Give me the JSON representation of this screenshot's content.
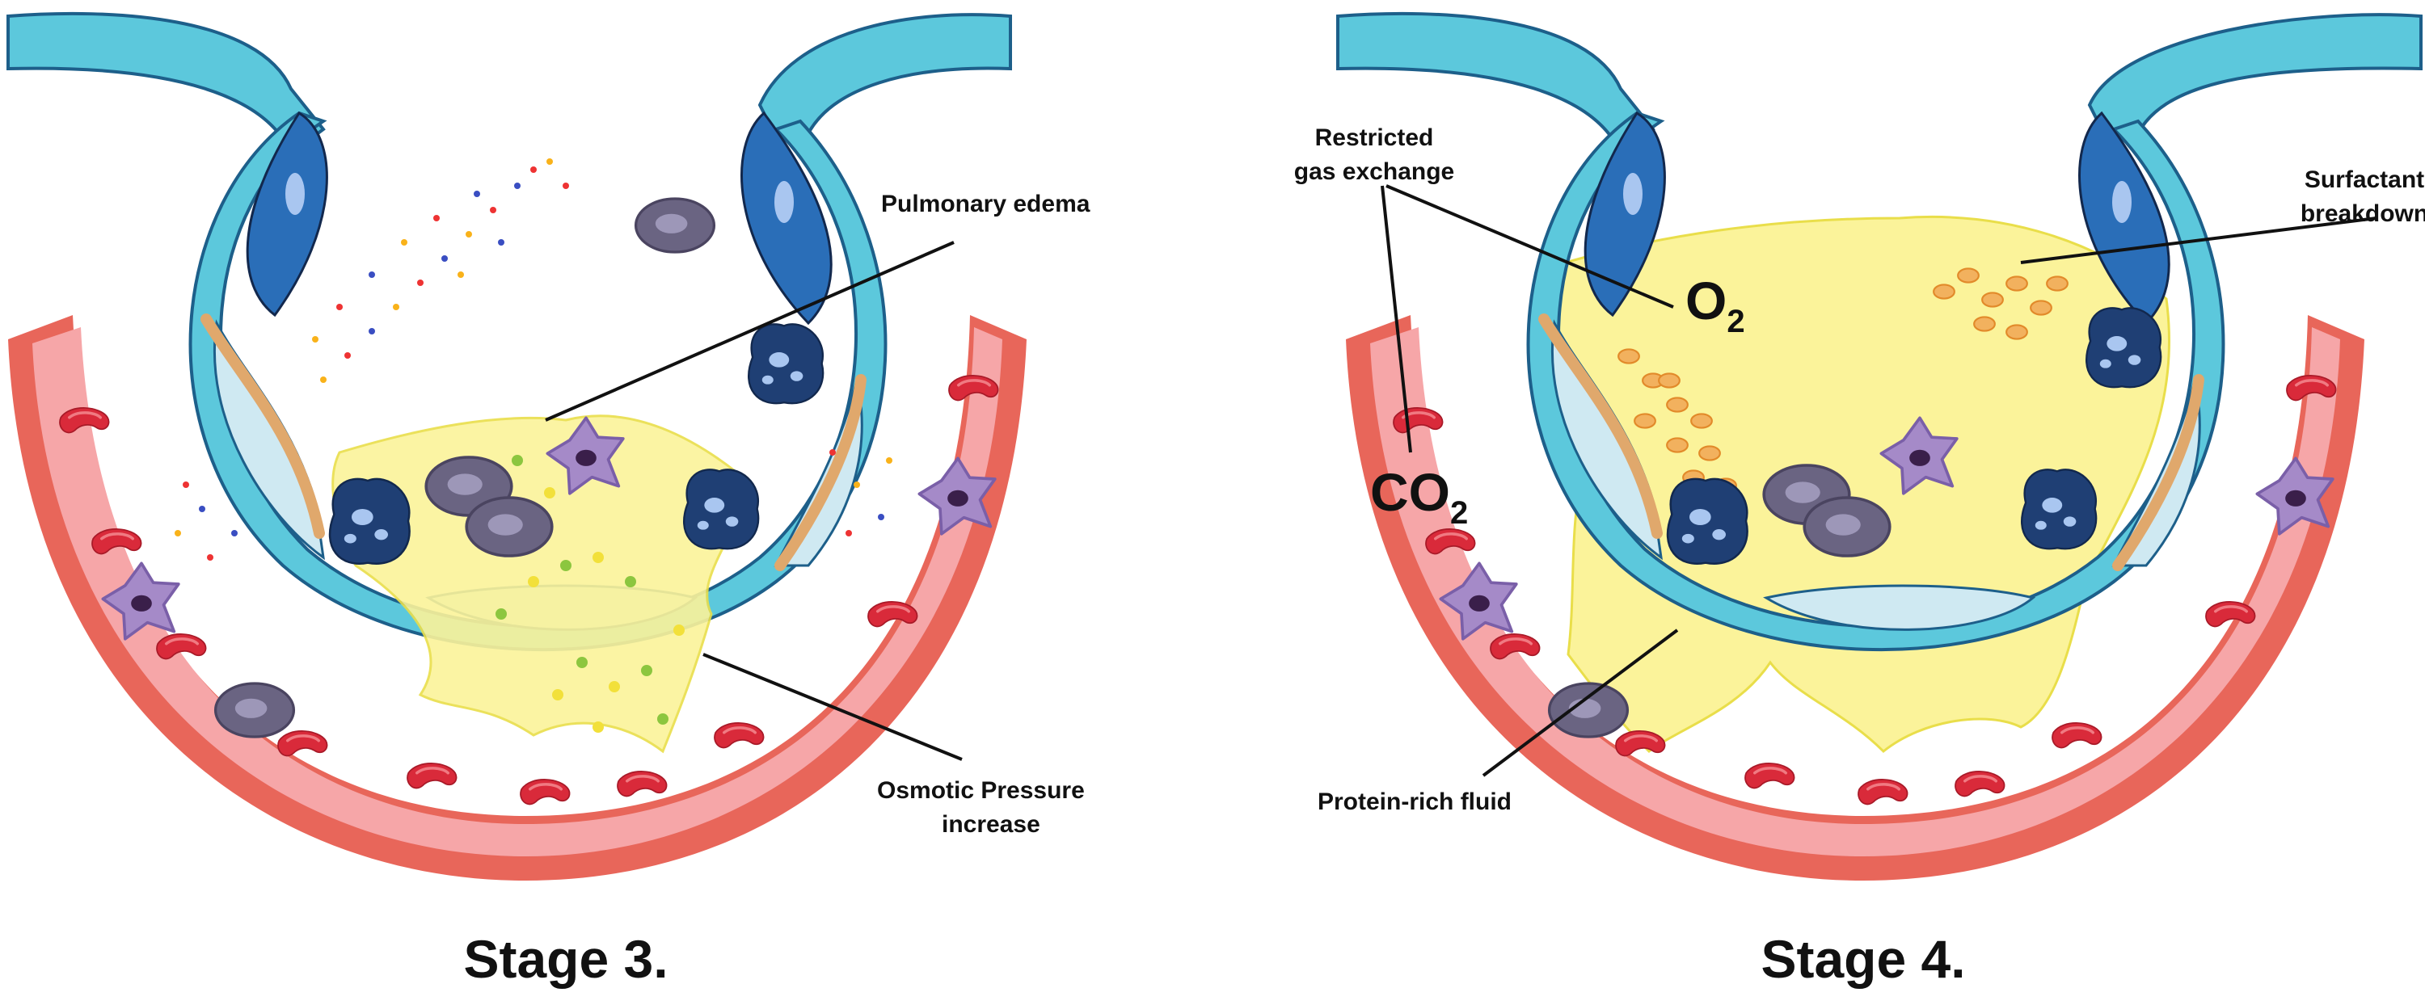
{
  "stage3": {
    "title": "Stage 3.",
    "labels": {
      "pulmonary_edema": "Pulmonary edema",
      "osmotic_line1": "Osmotic Pressure",
      "osmotic_line2": "increase"
    }
  },
  "stage4": {
    "title": "Stage 4.",
    "labels": {
      "restricted_line1": "Restricted",
      "restricted_line2": "gas exchange",
      "surfactant_line1": "Surfactant",
      "surfactant_line2": "breakdown",
      "protein_fluid": "Protein-rich fluid",
      "o2_main": "O",
      "o2_sub": "2",
      "co2_main": "CO",
      "co2_sub": "2"
    }
  },
  "colors": {
    "vessel_outer": "#e8665a",
    "vessel_inner": "#f6a6a8",
    "rbc": "#d92a3a",
    "alveolus_wall": "#5cc8dc",
    "alveolus_wall_dark": "#1d5f8a",
    "type1_cell": "#cfe9f2",
    "type2_cell": "#1f3f74",
    "edema_fluid": "#fbf39a",
    "fluid_border": "#e9de4a",
    "macrophage": "#6a6482",
    "neutrophil": "#a58ac8",
    "surfactant": "#f2b15e"
  }
}
